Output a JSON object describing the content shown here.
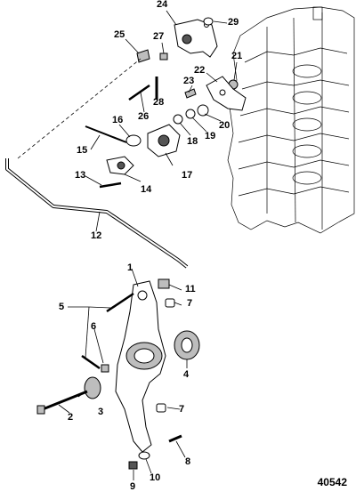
{
  "figure_number": "40542",
  "callouts": [
    {
      "num": "1"
    },
    {
      "num": "2"
    },
    {
      "num": "3"
    },
    {
      "num": "4"
    },
    {
      "num": "5"
    },
    {
      "num": "6"
    },
    {
      "num": "7"
    },
    {
      "num": "7"
    },
    {
      "num": "8"
    },
    {
      "num": "9"
    },
    {
      "num": "10"
    },
    {
      "num": "11"
    },
    {
      "num": "12"
    },
    {
      "num": "13"
    },
    {
      "num": "14"
    },
    {
      "num": "15"
    },
    {
      "num": "16"
    },
    {
      "num": "17"
    },
    {
      "num": "18"
    },
    {
      "num": "19"
    },
    {
      "num": "20"
    },
    {
      "num": "21"
    },
    {
      "num": "22"
    },
    {
      "num": "23"
    },
    {
      "num": "24"
    },
    {
      "num": "25"
    },
    {
      "num": "26"
    },
    {
      "num": "27"
    },
    {
      "num": "28"
    },
    {
      "num": "29"
    }
  ]
}
